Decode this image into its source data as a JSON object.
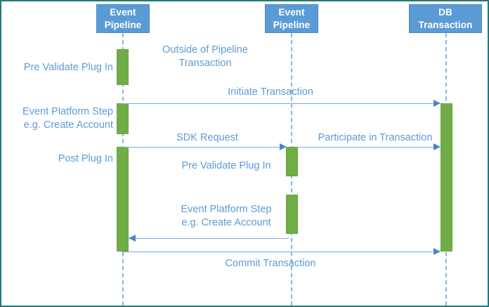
{
  "diagram": {
    "title": "Event Pipeline DB Transaction Sequence Diagram",
    "type": "sequence-diagram",
    "colors": {
      "participant_header_fill": "#5b9bd5",
      "participant_header_text": "#ffffff",
      "activation_bar_fill": "#70ad47",
      "message_arrow": "#7cabdb",
      "label_text": "#5b9bd5",
      "lifeline_dash": "#8ab6e0",
      "canvas_border": "#1f7a7a",
      "background": "#ffffff"
    },
    "participants": [
      {
        "id": "p1",
        "line1": "Event",
        "line2": "Pipeline"
      },
      {
        "id": "p2",
        "line1": "Event",
        "line2": "Pipeline"
      },
      {
        "id": "p3",
        "line1": "DB",
        "line2": "Transaction"
      }
    ],
    "left_annotations": [
      {
        "id": "a1",
        "line1": "Pre Validate Plug In",
        "line2": ""
      },
      {
        "id": "a2",
        "line1": "Event Platform Step",
        "line2": "e.g. Create Account"
      },
      {
        "id": "a3",
        "line1": "Post Plug In",
        "line2": ""
      }
    ],
    "notes": [
      {
        "id": "n1",
        "line1": "Outside of Pipeline",
        "line2": "Transaction"
      },
      {
        "id": "n2",
        "line1": "Pre Validate Plug In",
        "line2": ""
      },
      {
        "id": "n3",
        "line1": "Event Platform Step",
        "line2": "e.g. Create Account"
      }
    ],
    "messages": [
      {
        "id": "m1",
        "label": "Initiate Transaction",
        "from": "p1",
        "to": "p3",
        "direction": "right"
      },
      {
        "id": "m2",
        "label": "SDK Request",
        "from": "p1",
        "to": "p2",
        "direction": "right"
      },
      {
        "id": "m3",
        "label": "Participate in Transaction",
        "from": "p2",
        "to": "p3",
        "direction": "right"
      },
      {
        "id": "m4",
        "label": "",
        "from": "p2",
        "to": "p1",
        "direction": "left"
      },
      {
        "id": "m5",
        "label": "Commit Transaction",
        "from": "p1",
        "to": "p3",
        "direction": "right"
      }
    ]
  }
}
